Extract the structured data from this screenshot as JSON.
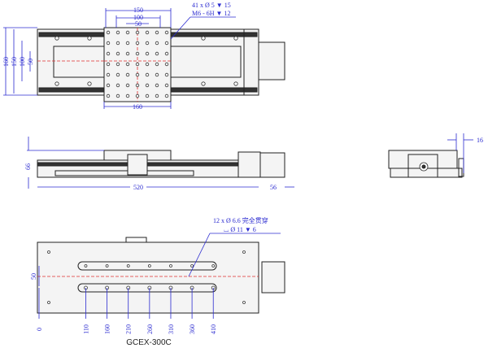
{
  "top_view": {
    "dims_top": [
      "150",
      "100",
      "50"
    ],
    "dim_bottom": "160",
    "dims_left": [
      "160",
      "150",
      "100",
      "50"
    ],
    "callout_line1": "41 x Ø 5 ▼ 15",
    "callout_line2": "M6 - 6H ▼ 12"
  },
  "side_view": {
    "length": "520",
    "height": "66",
    "motor": "56"
  },
  "end_view": {
    "offset": "16"
  },
  "bottom_view": {
    "callout_line1": "12 x Ø 6.6 完全贯穿",
    "callout_line2": "⌴ Ø 11 ▼ 6",
    "dim_left": "50",
    "positions": [
      "0",
      "110",
      "160",
      "210",
      "260",
      "310",
      "360",
      "410"
    ]
  },
  "model": "GCEX-300C",
  "colors": {
    "dimension": "#2b2bd0",
    "centerline": "#e03030"
  }
}
